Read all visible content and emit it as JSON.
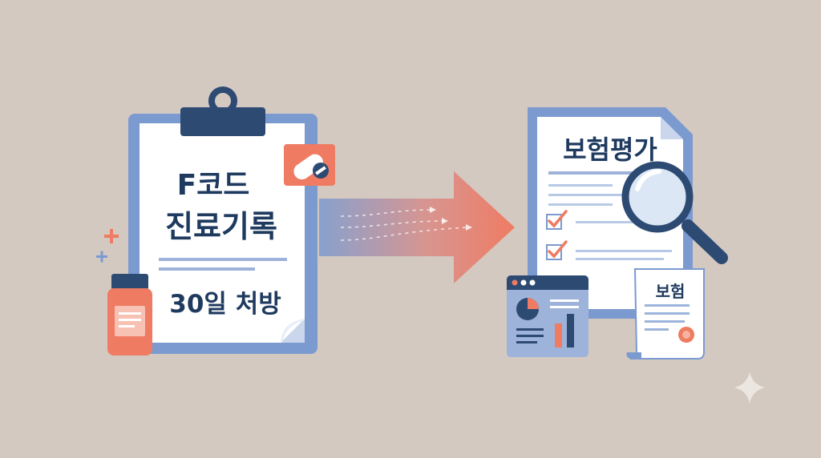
{
  "clipboard": {
    "title_line1": "F코드",
    "title_line2": "진료기록",
    "subtitle": "30일 처방"
  },
  "report": {
    "title": "보험평가"
  },
  "certificate": {
    "title": "보험"
  },
  "colors": {
    "background": "#d3c9c1",
    "navy": "#2d4a73",
    "blue": "#7b9ad0",
    "coral": "#ef7b63",
    "paper": "#ffffff"
  },
  "icons": [
    "clipboard-icon",
    "pill-icon",
    "medicine-bottle-icon",
    "arrow-icon",
    "document-icon",
    "checkbox-icon",
    "magnifier-icon",
    "dashboard-icon",
    "certificate-icon",
    "sparkle-icon"
  ]
}
